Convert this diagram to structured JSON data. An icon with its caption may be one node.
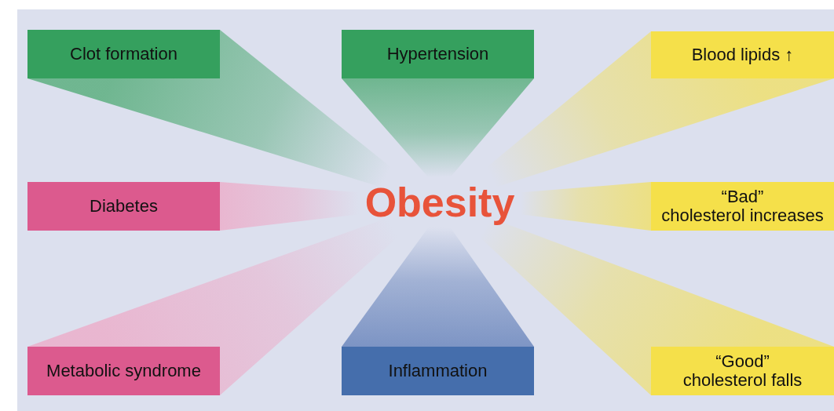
{
  "diagram": {
    "nodes": [
      {
        "text": [
          "Clot formation"
        ]
      },
      {
        "text": [
          "Hypertension"
        ]
      },
      {
        "text": [
          "Blood lipids ↑"
        ]
      },
      {
        "text": [
          "Diabetes"
        ]
      },
      {
        "text": [
          "Obesity"
        ]
      },
      {
        "text": [
          "“Bad” cholesterol increases"
        ]
      },
      {
        "text": [
          "Metabolic syndrome"
        ]
      },
      {
        "text": [
          "Inflammation"
        ]
      },
      {
        "text": [
          "“Good” cholesterol falls"
        ]
      }
    ],
    "edges": [
      {
        "from": 4,
        "to": 0,
        "arrow": "none",
        "color": "#35a05e"
      },
      {
        "from": 4,
        "to": 1,
        "arrow": "none",
        "color": "#35a05e"
      },
      {
        "from": 4,
        "to": 2,
        "arrow": "none"
      },
      {
        "from": 4,
        "to": 3,
        "arrow": "none",
        "color": "#f0a0c0"
      },
      {
        "from": 4,
        "to": 5,
        "arrow": "none"
      },
      {
        "from": 4,
        "to": 6,
        "arrow": "none",
        "color": "#f0a0c0"
      },
      {
        "from": 4,
        "to": 7,
        "arrow": "none",
        "color": "#4a6cae"
      },
      {
        "from": 4,
        "to": 8,
        "arrow": "none"
      }
    ]
  }
}
